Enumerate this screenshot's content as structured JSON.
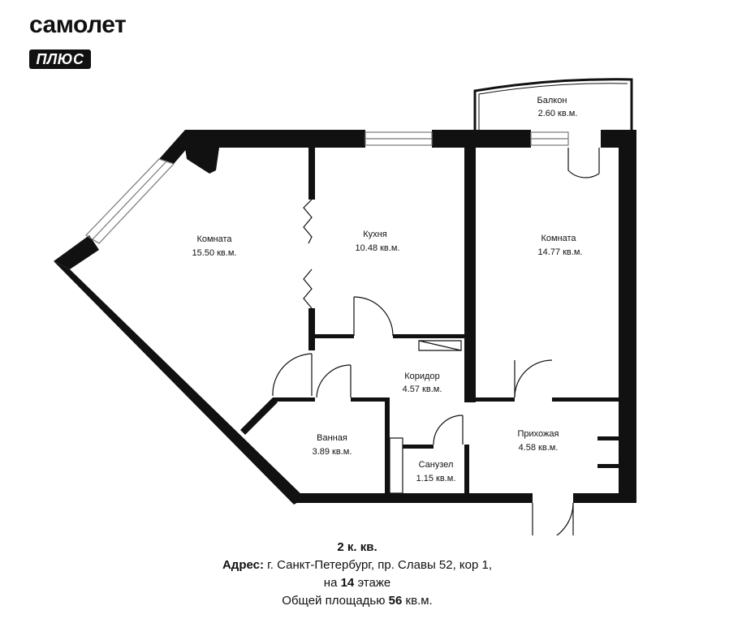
{
  "brand": {
    "word": "самолет",
    "badge": "ПЛЮС"
  },
  "rooms": {
    "balcony": {
      "name": "Балкон",
      "area": "2.60 кв.м."
    },
    "room1": {
      "name": "Комната",
      "area": "15.50 кв.м."
    },
    "kitchen": {
      "name": "Кухня",
      "area": "10.48 кв.м."
    },
    "room2": {
      "name": "Комната",
      "area": "14.77 кв.м."
    },
    "corridor": {
      "name": "Коридор",
      "area": "4.57 кв.м."
    },
    "bathroom": {
      "name": "Ванная",
      "area": "3.89 кв.м."
    },
    "hallway": {
      "name": "Прихожая",
      "area": "4.58 кв.м."
    },
    "wc": {
      "name": "Санузел",
      "area": "1.15 кв.м."
    }
  },
  "caption": {
    "type": "2 к. кв.",
    "address_label": "Адрес:",
    "address": "г. Санкт-Петербург, пр. Славы 52, кор 1,",
    "floor_prefix": "на",
    "floor": "14",
    "floor_suffix": "этаже",
    "area_prefix": "Общей площадью",
    "area": "56",
    "area_suffix": "кв.м."
  },
  "colors": {
    "wall": "#111111",
    "background": "#ffffff"
  },
  "icons": {
    "entrance": "entrance-arrow-icon"
  }
}
